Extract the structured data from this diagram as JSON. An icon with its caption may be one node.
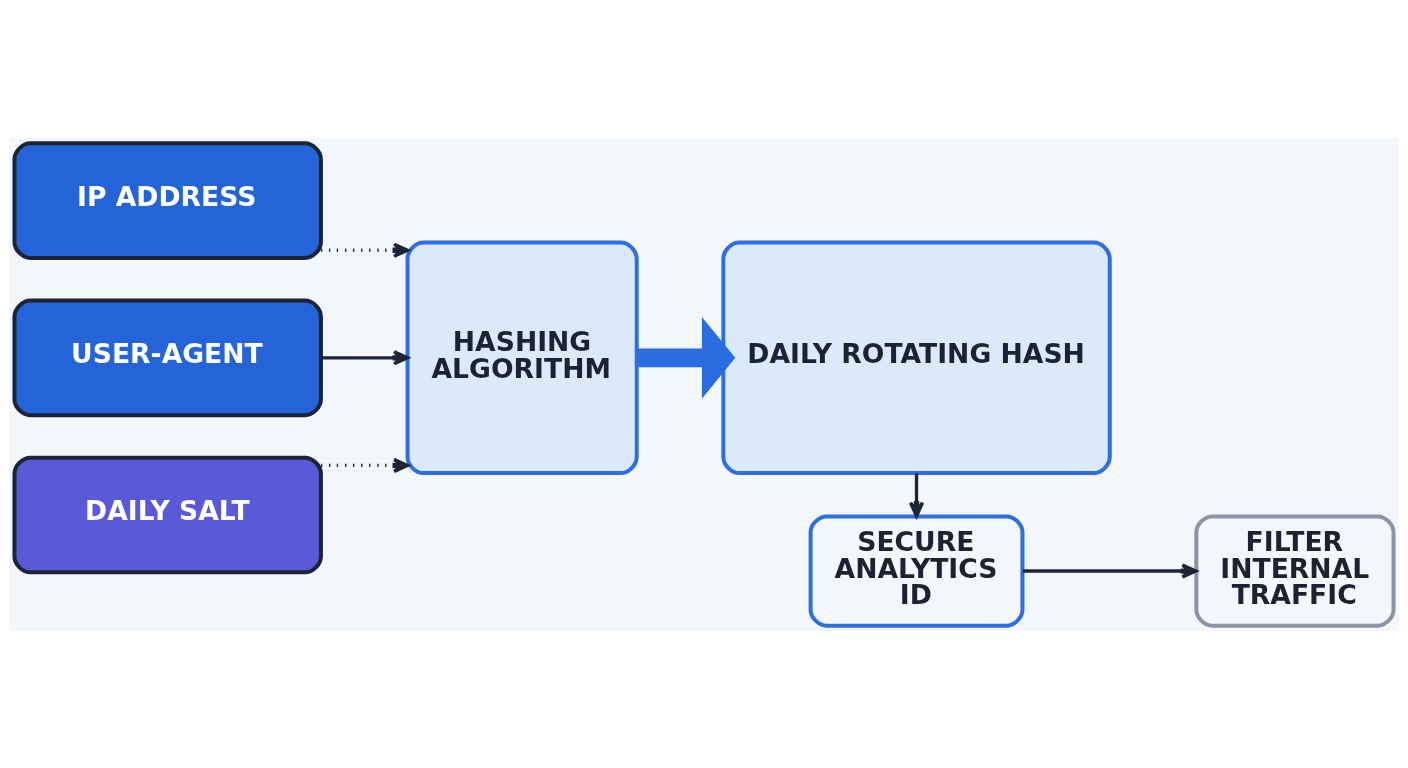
{
  "diagram": {
    "nodes": [
      {
        "text": [
          "IP ADDRESS"
        ]
      },
      {
        "text": [
          "USER-AGENT"
        ]
      },
      {
        "text": [
          "DAILY SALT"
        ]
      },
      {
        "text": [
          "HASHING ALGORITHM"
        ]
      },
      {
        "text": [
          "DAILY ROTATING HASH"
        ]
      },
      {
        "text": [
          "SECURE ANALYTICS ID"
        ]
      },
      {
        "text": [
          "FILTER INTERNAL TRAFFIC"
        ]
      }
    ],
    "edges": [
      {
        "from": 0,
        "to": 3,
        "arrow": "to",
        "style": "dashed"
      },
      {
        "from": 1,
        "to": 3,
        "arrow": "to"
      },
      {
        "from": 2,
        "to": 3,
        "arrow": "to",
        "style": "dashed"
      },
      {
        "from": 3,
        "to": 4,
        "arrow": "to",
        "style": "thick",
        "color": "#2a6de0"
      },
      {
        "from": 4,
        "to": 5,
        "arrow": "to"
      },
      {
        "from": 5,
        "to": 6,
        "arrow": "to"
      }
    ]
  }
}
